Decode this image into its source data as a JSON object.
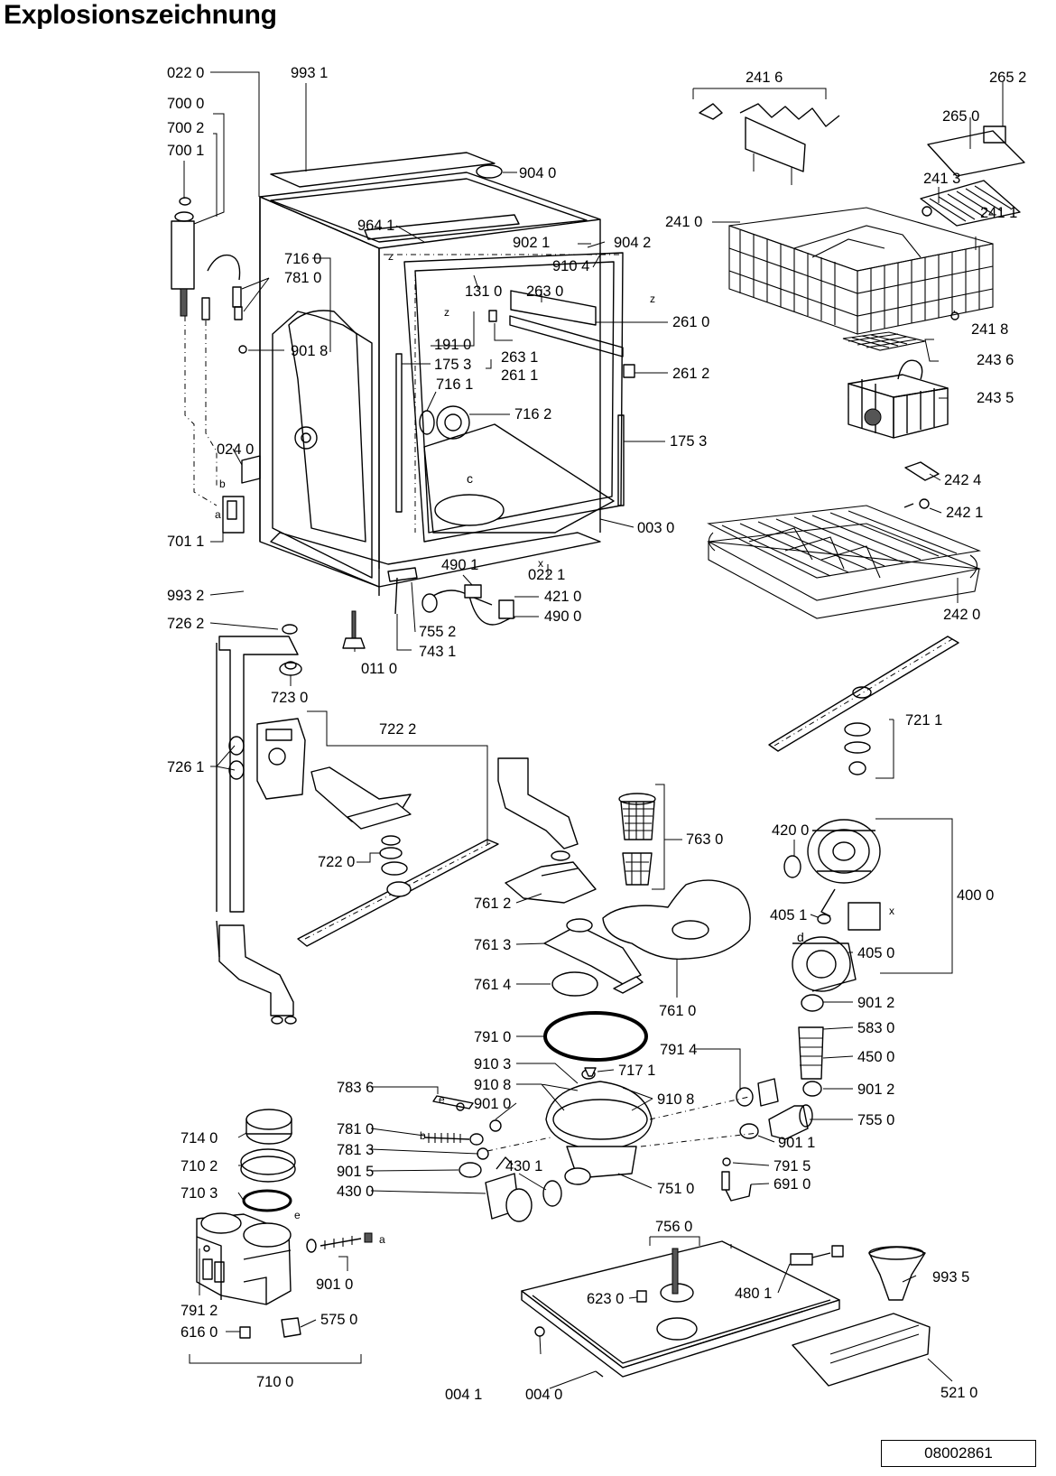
{
  "title": "Explosionszeichnung",
  "drawing_number": "08002861",
  "part_labels": [
    "022 0",
    "993 1",
    "700 0",
    "700 2",
    "700 1",
    "904 0",
    "241 6",
    "265 2",
    "265 0",
    "241 3",
    "241 0",
    "241 1",
    "241 8",
    "964 1",
    "902 1",
    "904 2",
    "910 4",
    "716 0",
    "781 0",
    "131 0",
    "263 0",
    "261 0",
    "901 8",
    "191 0",
    "175 3",
    "263 1",
    "261 1",
    "261 2",
    "243 6",
    "716 1",
    "716 2",
    "243 5",
    "175 3",
    "024 0",
    "242 4",
    "242 1",
    "003 0",
    "701 1",
    "490 1",
    "022 1",
    "421 0",
    "490 0",
    "993 2",
    "755 2",
    "743 1",
    "242 0",
    "726 2",
    "011 0",
    "723 0",
    "722 2",
    "721 1",
    "726 1",
    "763 0",
    "722 0",
    "420 0",
    "400 0",
    "761 2",
    "405 1",
    "761 3",
    "405 0",
    "761 4",
    "761 0",
    "901 2",
    "791 0",
    "583 0",
    "791 4",
    "450 0",
    "910 3",
    "717 1",
    "783 6",
    "910 8",
    "910 8",
    "901 2",
    "901 0",
    "755 0",
    "781 0",
    "714 0",
    "901 1",
    "781 3",
    "791 5",
    "710 2",
    "901 5",
    "430 1",
    "751 0",
    "430 0",
    "691 0",
    "710 3",
    "756 0",
    "901 0",
    "480 1",
    "993 5",
    "623 0",
    "791 2",
    "616 0",
    "575 0",
    "521 0",
    "710 0",
    "004 1",
    "004 0"
  ],
  "markers": [
    "z",
    "z",
    "z",
    "c",
    "x",
    "x",
    "b",
    "a",
    "d",
    "e",
    "e",
    "b",
    "a"
  ]
}
